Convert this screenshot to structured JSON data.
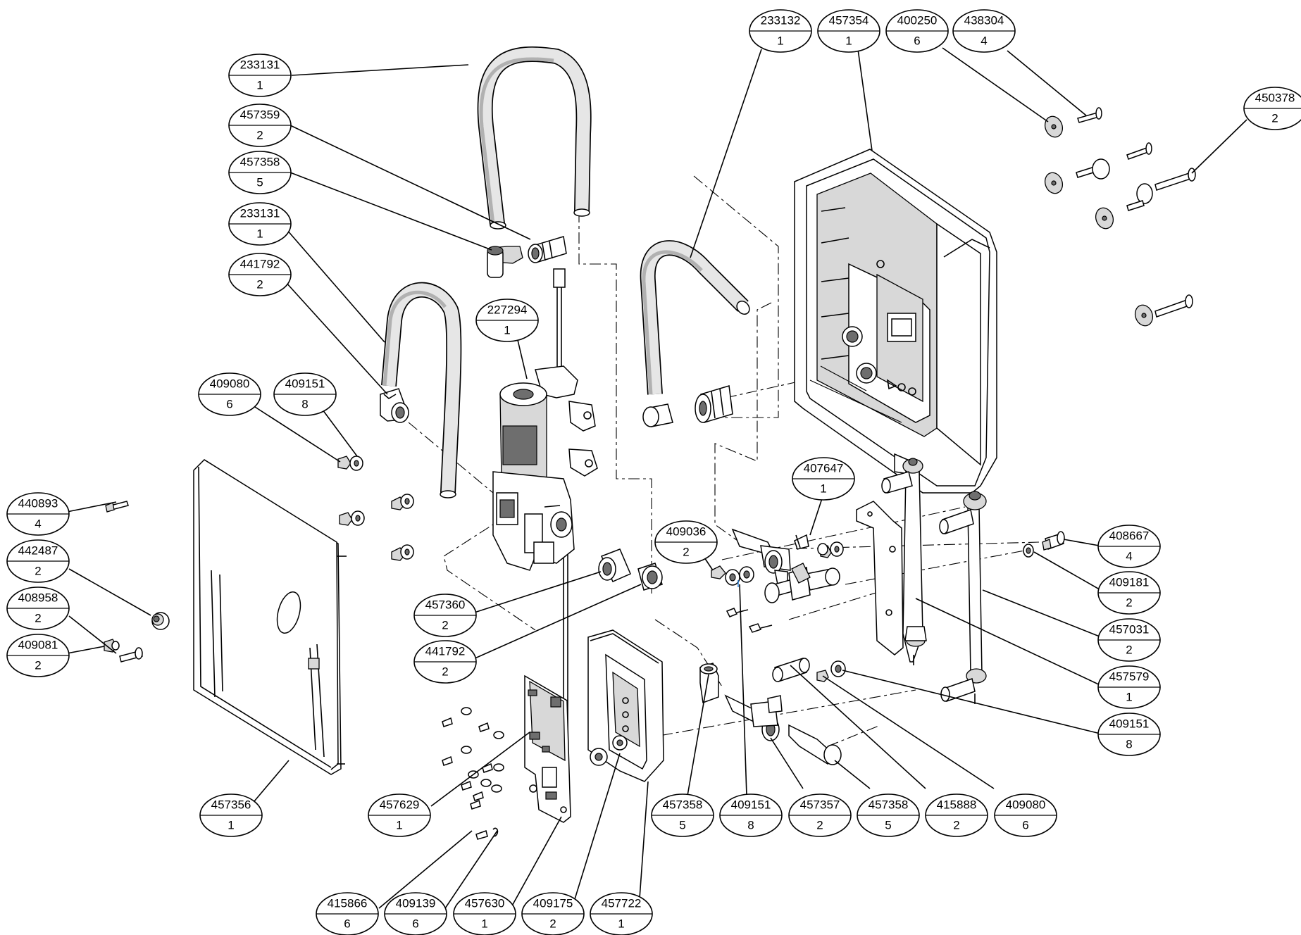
{
  "balloons": [
    {
      "part": "233131",
      "qty": "1"
    },
    {
      "part": "457359",
      "qty": "2"
    },
    {
      "part": "457358",
      "qty": "5"
    },
    {
      "part": "233131",
      "qty": "1"
    },
    {
      "part": "441792",
      "qty": "2"
    },
    {
      "part": "227294",
      "qty": "1"
    },
    {
      "part": "409080",
      "qty": "6"
    },
    {
      "part": "409151",
      "qty": "8"
    },
    {
      "part": "440893",
      "qty": "4"
    },
    {
      "part": "442487",
      "qty": "2"
    },
    {
      "part": "408958",
      "qty": "2"
    },
    {
      "part": "409081",
      "qty": "2"
    },
    {
      "part": "233132",
      "qty": "1"
    },
    {
      "part": "457354",
      "qty": "1"
    },
    {
      "part": "400250",
      "qty": "6"
    },
    {
      "part": "438304",
      "qty": "4"
    },
    {
      "part": "450378",
      "qty": "2"
    },
    {
      "part": "407647",
      "qty": "1"
    },
    {
      "part": "409036",
      "qty": "2"
    },
    {
      "part": "457360",
      "qty": "2"
    },
    {
      "part": "441792",
      "qty": "2"
    },
    {
      "part": "408667",
      "qty": "4"
    },
    {
      "part": "409181",
      "qty": "2"
    },
    {
      "part": "457031",
      "qty": "2"
    },
    {
      "part": "457579",
      "qty": "1"
    },
    {
      "part": "409151",
      "qty": "8"
    },
    {
      "part": "457356",
      "qty": "1"
    },
    {
      "part": "457629",
      "qty": "1"
    },
    {
      "part": "457358",
      "qty": "5"
    },
    {
      "part": "409151",
      "qty": "8"
    },
    {
      "part": "457357",
      "qty": "2"
    },
    {
      "part": "457358",
      "qty": "5"
    },
    {
      "part": "415888",
      "qty": "2"
    },
    {
      "part": "409080",
      "qty": "6"
    },
    {
      "part": "415866",
      "qty": "6"
    },
    {
      "part": "409139",
      "qty": "6"
    },
    {
      "part": "457630",
      "qty": "1"
    },
    {
      "part": "409175",
      "qty": "2"
    },
    {
      "part": "457722",
      "qty": "1"
    }
  ]
}
